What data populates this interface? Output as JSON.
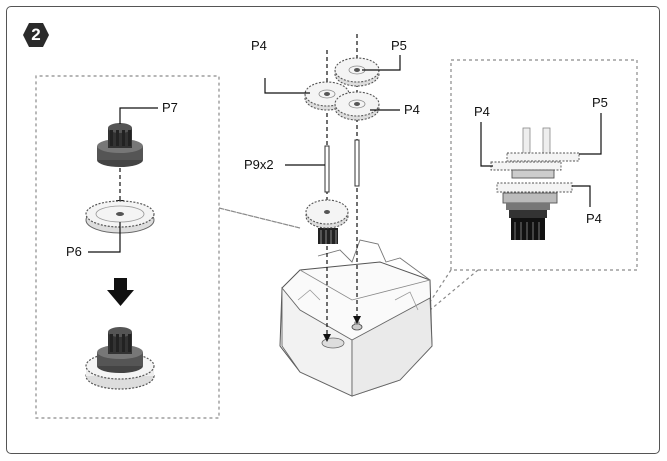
{
  "step": {
    "number": "2"
  },
  "labels": {
    "p4_top": "P4",
    "p5_top": "P5",
    "p4_mid": "P4",
    "p9": "P9x2",
    "p7": "P7",
    "p6": "P6",
    "inset_p4_top": "P4",
    "inset_p5": "P5",
    "inset_p4_bottom": "P4"
  },
  "colors": {
    "badge": "#2b2b2b",
    "dashed_outline": "#8a8a8a",
    "gear_dark": "#3a3a3a",
    "gear_light": "#f4f4f4",
    "line": "#111111"
  }
}
